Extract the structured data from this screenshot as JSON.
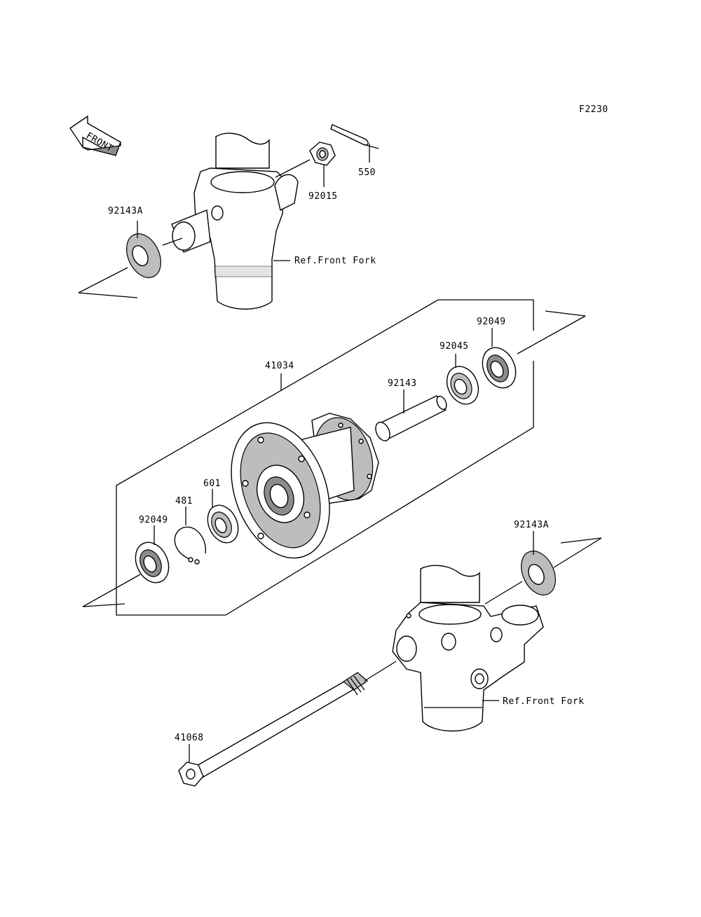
{
  "figure_id": "F2230",
  "front_arrow": {
    "text": "FRONT",
    "icon": "front-arrow-icon"
  },
  "callouts": {
    "p550": "550",
    "p92015": "92015",
    "p92143A_top": "92143A",
    "ref_fork_top": "Ref.Front Fork",
    "p92049_right": "92049",
    "p92045": "92045",
    "p41034": "41034",
    "p92143": "92143",
    "p601": "601",
    "p481": "481",
    "p92049_left": "92049",
    "p92143A_bottom": "92143A",
    "ref_fork_bottom": "Ref.Front Fork",
    "p41068": "41068"
  },
  "colors": {
    "line": "#000000",
    "shade": "#bdbdbd",
    "dark_shade": "#8c8c8c",
    "background": "#ffffff"
  }
}
